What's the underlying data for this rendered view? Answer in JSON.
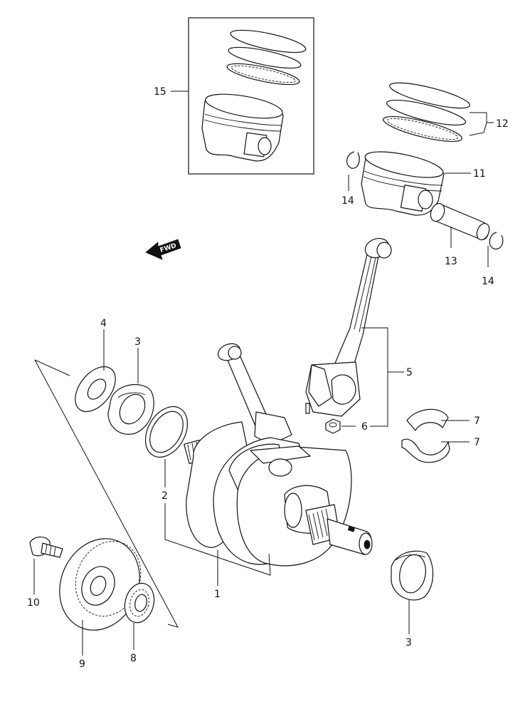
{
  "diagram": {
    "callouts": {
      "c1": "1",
      "c2": "2",
      "c3a": "3",
      "c3b": "3",
      "c4": "4",
      "c5": "5",
      "c6": "6",
      "c7a": "7",
      "c7b": "7",
      "c8": "8",
      "c9": "9",
      "c10": "10",
      "c11": "11",
      "c12": "12",
      "c13": "13",
      "c14a": "14",
      "c14b": "14",
      "c15": "15"
    },
    "fwd_label": "FWD"
  }
}
